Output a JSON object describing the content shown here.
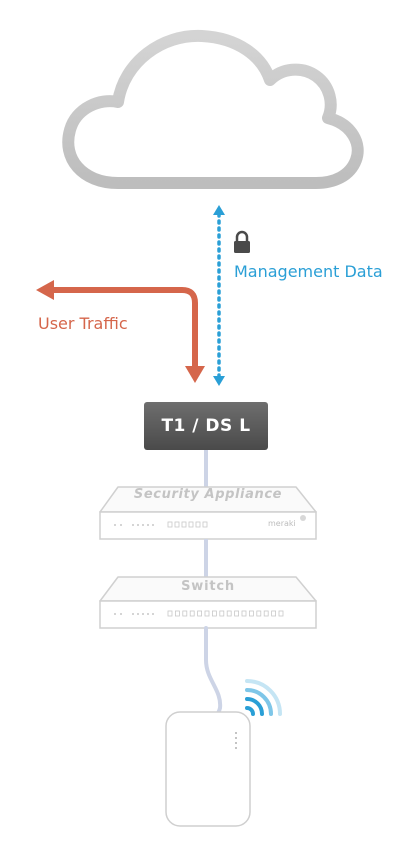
{
  "labels": {
    "management": "Management Data",
    "user_traffic": "User Traffic",
    "modem": "T1 / DS L",
    "appliance": "Security Appliance",
    "switch": "Switch",
    "brand": "meraki"
  },
  "icons": [
    "cloud-icon",
    "lock-icon",
    "wifi-icon"
  ],
  "colors": {
    "management": "#2a9fd6",
    "user_traffic": "#d5664b",
    "modem_bg": "#5b5b5b",
    "device_outline": "#cfcfcf",
    "cable": "#cdd4e6"
  }
}
